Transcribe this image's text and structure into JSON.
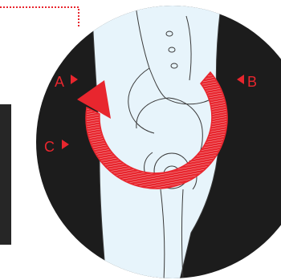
{
  "labels": {
    "a": "A",
    "b": "B",
    "c": "C"
  },
  "colors": {
    "background": "#ffffff",
    "lens": "#1c1c1c",
    "body": "#e7f4fb",
    "outline": "#3a3a3a",
    "accent": "#e8262e"
  }
}
